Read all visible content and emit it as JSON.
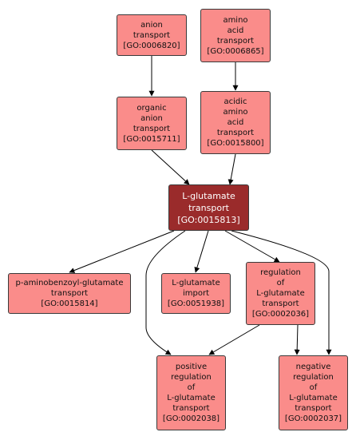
{
  "colors": {
    "node_fill": "#fa8c8a",
    "focus_fill": "#9a2b2b",
    "border": "#3a3a3a",
    "edge": "#000000"
  },
  "nodes": {
    "anion_transport": {
      "lines": [
        "anion",
        "transport",
        "[GO:0006820]"
      ]
    },
    "amino_acid_transport": {
      "lines": [
        "amino",
        "acid",
        "transport",
        "[GO:0006865]"
      ]
    },
    "organic_anion_transport": {
      "lines": [
        "organic",
        "anion",
        "transport",
        "[GO:0015711]"
      ]
    },
    "acidic_amino_acid_transport": {
      "lines": [
        "acidic",
        "amino",
        "acid",
        "transport",
        "[GO:0015800]"
      ]
    },
    "l_glutamate_transport": {
      "lines": [
        "L-glutamate",
        "transport",
        "[GO:0015813]"
      ]
    },
    "p_aminobenzoyl_glutamate_transport": {
      "lines": [
        "p-aminobenzoyl-glutamate",
        "transport",
        "[GO:0015814]"
      ]
    },
    "l_glutamate_import": {
      "lines": [
        "L-glutamate",
        "import",
        "[GO:0051938]"
      ]
    },
    "regulation_of_l_glutamate_transport": {
      "lines": [
        "regulation",
        "of",
        "L-glutamate",
        "transport",
        "[GO:0002036]"
      ]
    },
    "positive_regulation_of_l_glutamate_transport": {
      "lines": [
        "positive",
        "regulation",
        "of",
        "L-glutamate",
        "transport",
        "[GO:0002038]"
      ]
    },
    "negative_regulation_of_l_glutamate_transport": {
      "lines": [
        "negative",
        "regulation",
        "of",
        "L-glutamate",
        "transport",
        "[GO:0002037]"
      ]
    }
  }
}
